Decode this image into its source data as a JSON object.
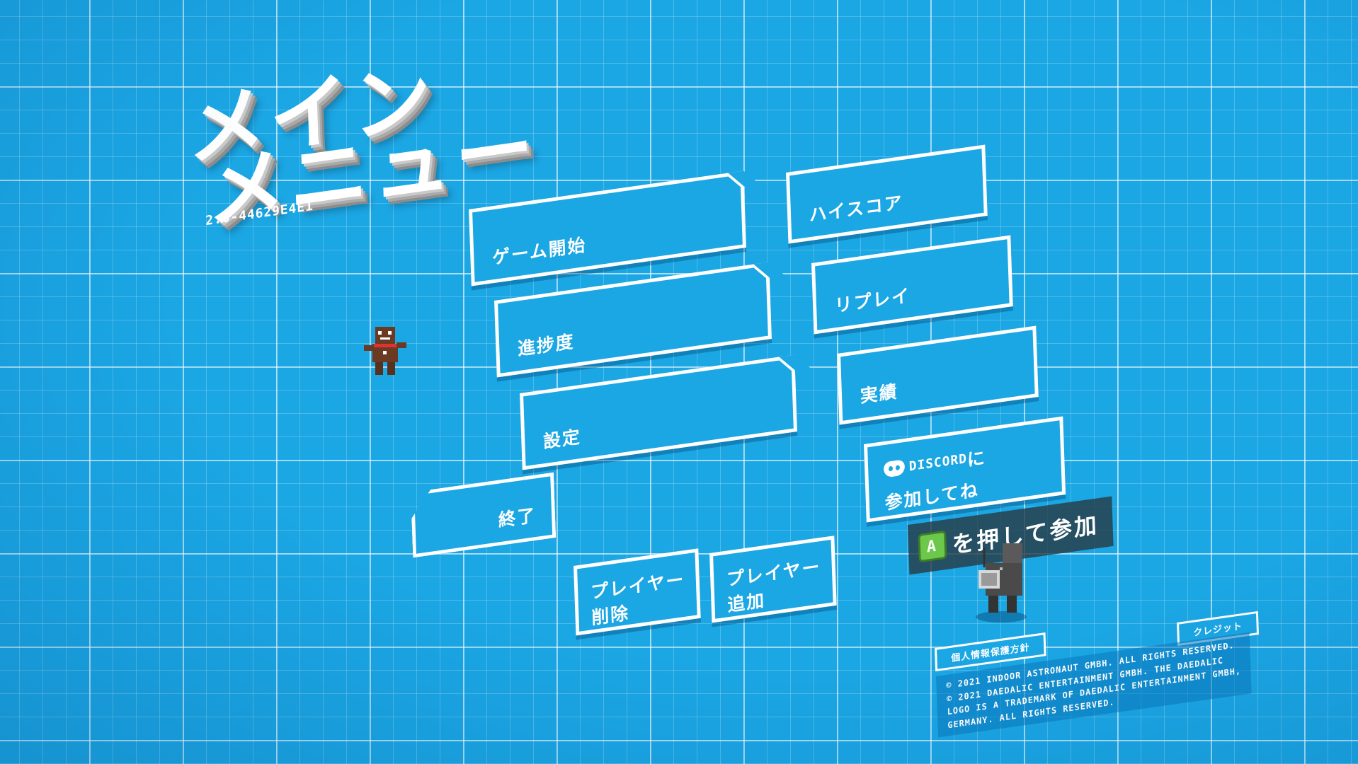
{
  "title": {
    "line1": "メイン",
    "line2": "メニュー",
    "version": "2.0-44629E4E1"
  },
  "menu": {
    "start": "ゲーム開始",
    "progress": "進捗度",
    "settings": "設定",
    "quit": "終了",
    "remove_player_1": "プレイヤー",
    "remove_player_2": "削除",
    "add_player_1": "プレイヤー",
    "add_player_2": "追加",
    "highscore": "ハイスコア",
    "replay": "リプレイ",
    "achievements": "実績",
    "discord_brand": "DISCORD",
    "discord_suffix": "に",
    "discord_line2": "参加してね"
  },
  "join_prompt": {
    "key": "A",
    "text": "を押して参加"
  },
  "footer": {
    "privacy": "個人情報保護方針",
    "credits": "クレジット",
    "legal_lines": [
      "© 2021 INDOOR ASTRONAUT GMBH. ALL RIGHTS RESERVED.",
      "© 2021 DAEDALIC ENTERTAINMENT GMBH. THE DAEDALIC",
      "LOGO IS A TRADEMARK OF DAEDALIC ENTERTAINMENT GMBH,",
      "GERMANY. ALL RIGHTS RESERVED."
    ]
  },
  "colors": {
    "background": "#1ba6e4",
    "grid": "#ffffff",
    "join_key": "#6cc84a"
  },
  "icons": {
    "discord": "discord-icon",
    "gingerbread": "gingerbread-character",
    "robot": "robot-character"
  }
}
